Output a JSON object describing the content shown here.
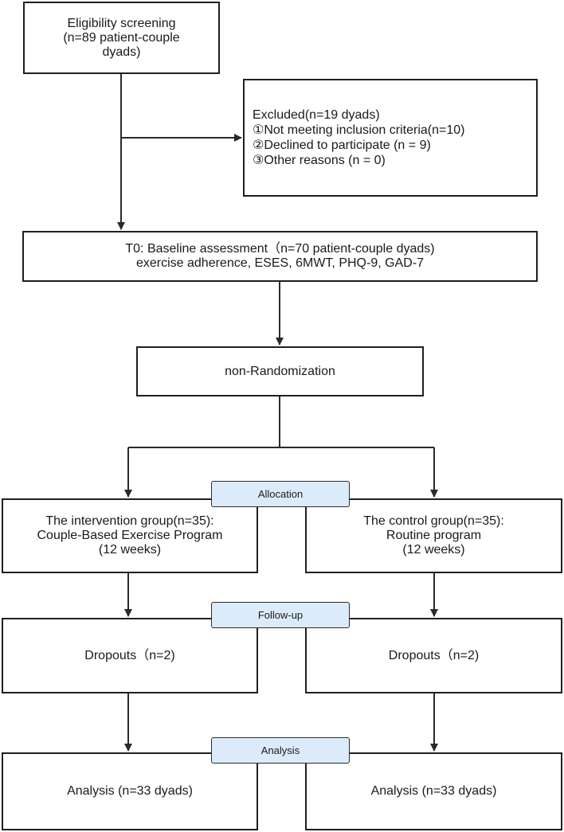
{
  "screening": {
    "lines": [
      "Eligibility screening",
      "(n=89 patient-couple",
      "dyads)"
    ]
  },
  "excluded": {
    "lines": [
      "Excluded(n=19 dyads)",
      "①Not meeting inclusion criteria(n=10)",
      "②Declined to participate (n = 9)",
      "③Other reasons (n = 0)"
    ]
  },
  "baseline": {
    "lines": [
      "T0: Baseline assessment（n=70 patient-couple  dyads)",
      "exercise adherence, ESES, 6MWT, PHQ-9, GAD-7"
    ]
  },
  "randomization": {
    "label": "non-Randomization"
  },
  "phases": {
    "allocation": "Allocation",
    "followup": "Follow-up",
    "analysis": "Analysis"
  },
  "intervention": {
    "group": {
      "lines": [
        "The intervention group(n=35):",
        "Couple-Based Exercise Program",
        "(12 weeks)"
      ]
    },
    "dropouts": "Dropouts（n=2)",
    "analysis": "Analysis (n=33 dyads)"
  },
  "control": {
    "group": {
      "lines": [
        "The control group(n=35):",
        "Routine program",
        "(12 weeks)"
      ]
    },
    "dropouts": "Dropouts（n=2)",
    "analysis": "Analysis (n=33 dyads)"
  }
}
